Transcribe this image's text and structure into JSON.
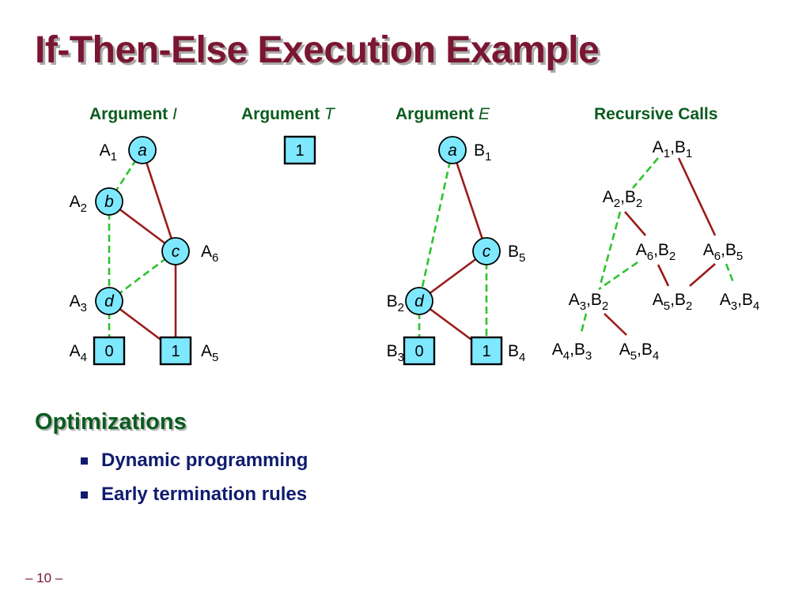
{
  "slide": {
    "title": "If-Then-Else Execution Example",
    "page_number": "– 10 –"
  },
  "headers": {
    "arg_i": {
      "prefix": "Argument ",
      "var": "I"
    },
    "arg_t": {
      "prefix": "Argument ",
      "var": "T"
    },
    "arg_e": {
      "prefix": "Argument ",
      "var": "E"
    },
    "recursive": "Recursive Calls"
  },
  "graph_i": {
    "nodes": [
      {
        "id": "a",
        "text": "a",
        "label": "A",
        "sub": "1"
      },
      {
        "id": "b",
        "text": "b",
        "label": "A",
        "sub": "2"
      },
      {
        "id": "c",
        "text": "c",
        "label": "A",
        "sub": "6"
      },
      {
        "id": "d",
        "text": "d",
        "label": "A",
        "sub": "3"
      },
      {
        "id": "t0",
        "text": "0",
        "label": "A",
        "sub": "4"
      },
      {
        "id": "t1",
        "text": "1",
        "label": "A",
        "sub": "5"
      }
    ],
    "edges": [
      {
        "from": "a",
        "to": "b",
        "kind": "low"
      },
      {
        "from": "a",
        "to": "c",
        "kind": "high"
      },
      {
        "from": "b",
        "to": "d",
        "kind": "low"
      },
      {
        "from": "b",
        "to": "c",
        "kind": "high"
      },
      {
        "from": "c",
        "to": "d",
        "kind": "low"
      },
      {
        "from": "c",
        "to": "t1",
        "kind": "high"
      },
      {
        "from": "d",
        "to": "t0",
        "kind": "low"
      },
      {
        "from": "d",
        "to": "t1",
        "kind": "high"
      }
    ]
  },
  "graph_t": {
    "nodes": [
      {
        "id": "t1",
        "text": "1"
      }
    ]
  },
  "graph_e": {
    "nodes": [
      {
        "id": "a",
        "text": "a",
        "label": "B",
        "sub": "1"
      },
      {
        "id": "c",
        "text": "c",
        "label": "B",
        "sub": "5"
      },
      {
        "id": "d",
        "text": "d",
        "label": "B",
        "sub": "2"
      },
      {
        "id": "t0",
        "text": "0",
        "label": "B",
        "sub": "3"
      },
      {
        "id": "t1",
        "text": "1",
        "label": "B",
        "sub": "4"
      }
    ],
    "edges": [
      {
        "from": "a",
        "to": "d",
        "kind": "low"
      },
      {
        "from": "a",
        "to": "c",
        "kind": "high"
      },
      {
        "from": "c",
        "to": "d",
        "kind": "high"
      },
      {
        "from": "c",
        "to": "t1",
        "kind": "low"
      },
      {
        "from": "d",
        "to": "t0",
        "kind": "low"
      },
      {
        "from": "d",
        "to": "t1",
        "kind": "high"
      }
    ]
  },
  "calls": {
    "nodes": [
      {
        "id": "r",
        "a": "1",
        "b": "1"
      },
      {
        "id": "n22",
        "a": "2",
        "b": "2"
      },
      {
        "id": "n62",
        "a": "6",
        "b": "2"
      },
      {
        "id": "n65",
        "a": "6",
        "b": "5"
      },
      {
        "id": "n32",
        "a": "3",
        "b": "2"
      },
      {
        "id": "n52",
        "a": "5",
        "b": "2"
      },
      {
        "id": "n34",
        "a": "3",
        "b": "4"
      },
      {
        "id": "n43",
        "a": "4",
        "b": "3"
      },
      {
        "id": "n54",
        "a": "5",
        "b": "4"
      }
    ],
    "edges": [
      {
        "from": "r",
        "to": "n22",
        "kind": "low"
      },
      {
        "from": "r",
        "to": "n65",
        "kind": "high"
      },
      {
        "from": "n22",
        "to": "n32",
        "kind": "low"
      },
      {
        "from": "n22",
        "to": "n62",
        "kind": "high"
      },
      {
        "from": "n62",
        "to": "n32",
        "kind": "low"
      },
      {
        "from": "n62",
        "to": "n52",
        "kind": "high"
      },
      {
        "from": "n65",
        "to": "n52",
        "kind": "high"
      },
      {
        "from": "n65",
        "to": "n34",
        "kind": "low"
      },
      {
        "from": "n32",
        "to": "n43",
        "kind": "low"
      },
      {
        "from": "n32",
        "to": "n54",
        "kind": "high"
      }
    ]
  },
  "optimizations": {
    "title": "Optimizations",
    "items": [
      "Dynamic programming",
      "Early termination rules"
    ]
  },
  "colors": {
    "title": "#7a1532",
    "header_green": "#0b5c1e",
    "node_fill": "#7ee8ff",
    "low_edge": "#2ec42e",
    "high_edge": "#9b1b1b",
    "bullet_text": "#101c6e"
  }
}
